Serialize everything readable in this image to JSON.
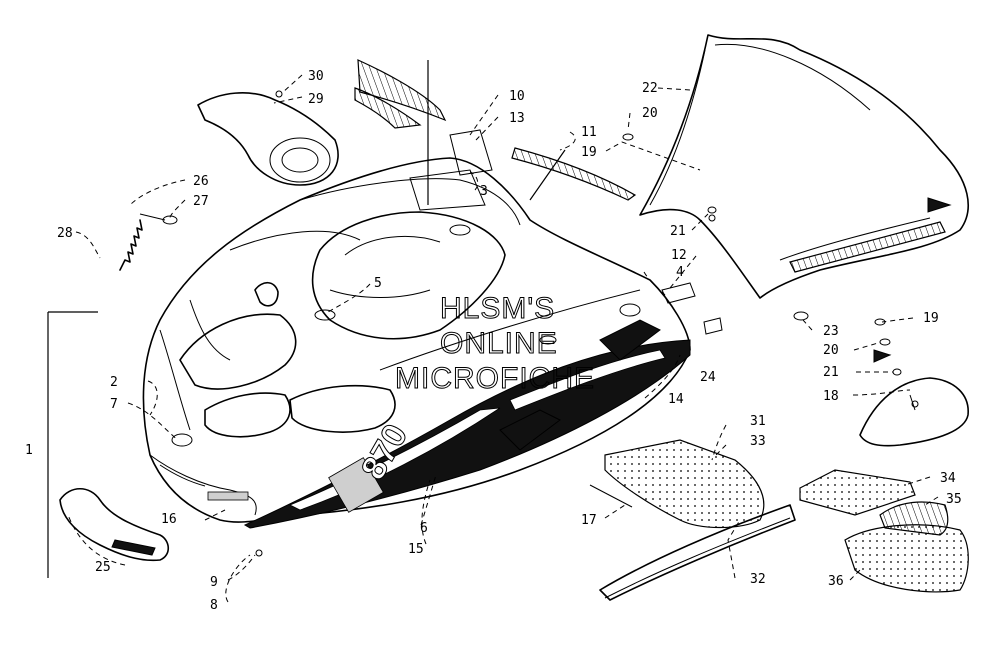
{
  "watermark": {
    "line1": "HLSM'S",
    "line2": "ONLINE",
    "line3": "MICROFICHE"
  },
  "callouts": [
    "1",
    "2",
    "3",
    "4",
    "5",
    "6",
    "7",
    "8",
    "9",
    "10",
    "11",
    "12",
    "13",
    "14",
    "15",
    "16",
    "17",
    "18",
    "19",
    "19",
    "20",
    "20",
    "21",
    "21",
    "22",
    "23",
    "24",
    "25",
    "26",
    "27",
    "28",
    "29",
    "30",
    "31",
    "32",
    "33",
    "34",
    "35",
    "36"
  ],
  "decal_text": "870"
}
